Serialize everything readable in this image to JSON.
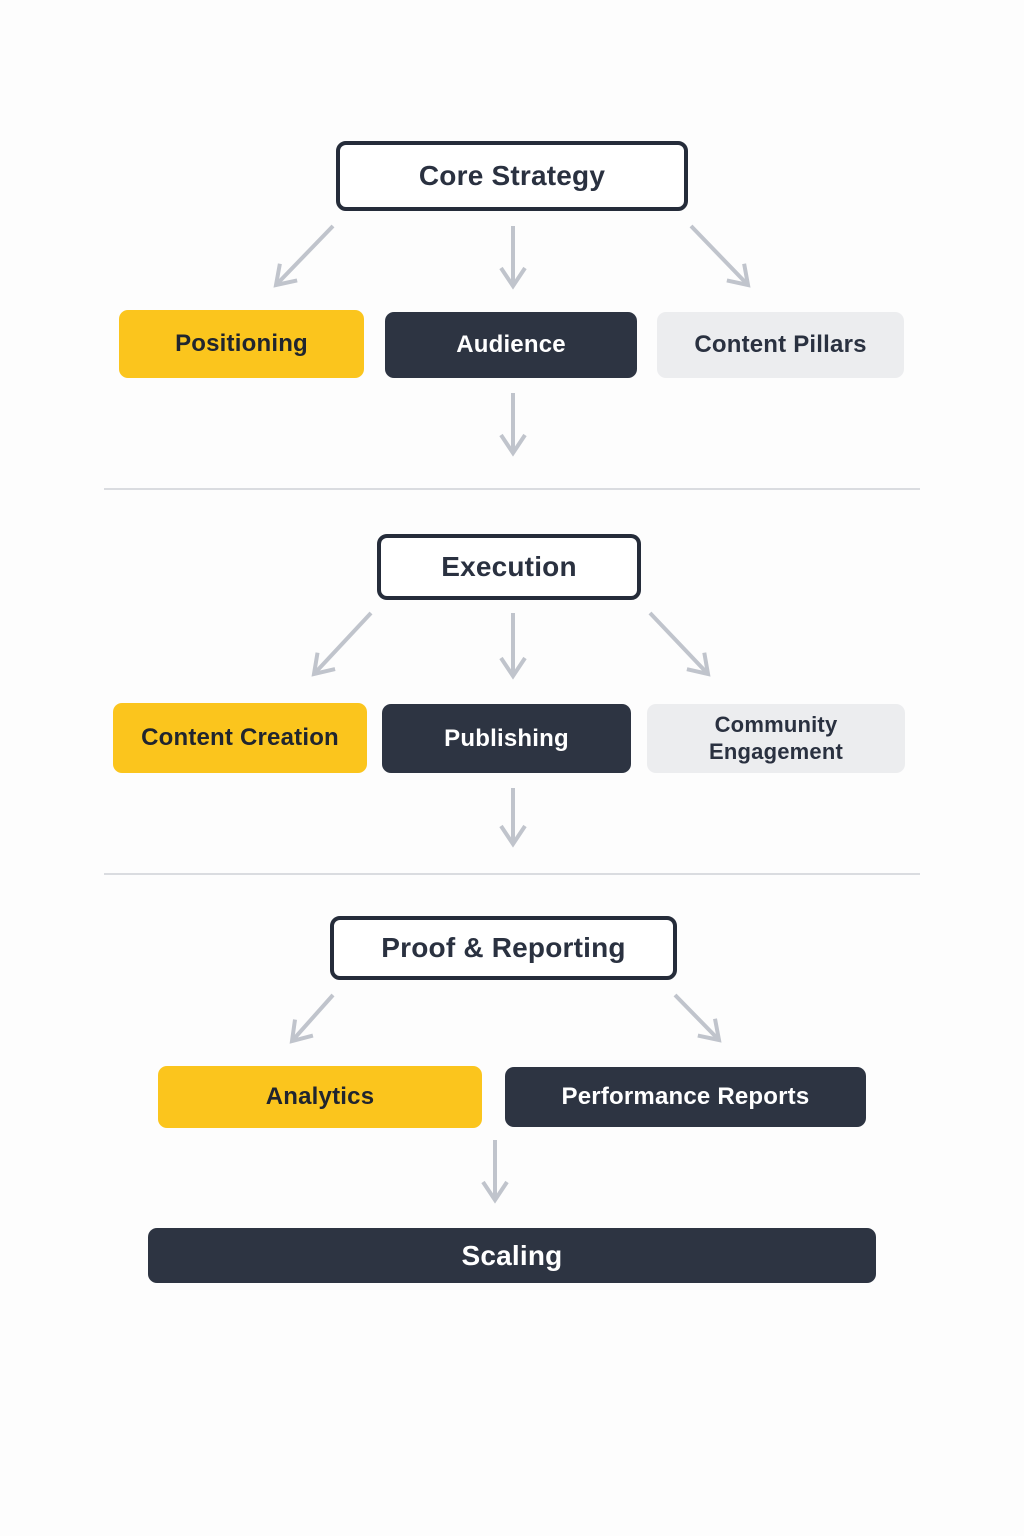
{
  "colors": {
    "yellow": "#FBC51D",
    "dark": "#2D3442",
    "light": "#ECEDEF",
    "arrow": "#C0C4CC",
    "divider": "#DADCE0",
    "header_text": "#2A3140",
    "page_bg": "#FDFDFD"
  },
  "sections": [
    {
      "title": "Core Strategy",
      "children": [
        {
          "label": "Positioning",
          "style": "yellow"
        },
        {
          "label": "Audience",
          "style": "dark"
        },
        {
          "label": "Content Pillars",
          "style": "light"
        }
      ]
    },
    {
      "title": "Execution",
      "children": [
        {
          "label": "Content Creation",
          "style": "yellow"
        },
        {
          "label": "Publishing",
          "style": "dark"
        },
        {
          "label": "Community Engagement",
          "style": "light"
        }
      ]
    },
    {
      "title": "Proof & Reporting",
      "children": [
        {
          "label": "Analytics",
          "style": "yellow"
        },
        {
          "label": "Performance Reports",
          "style": "dark"
        }
      ]
    }
  ],
  "final_node": {
    "label": "Scaling"
  }
}
